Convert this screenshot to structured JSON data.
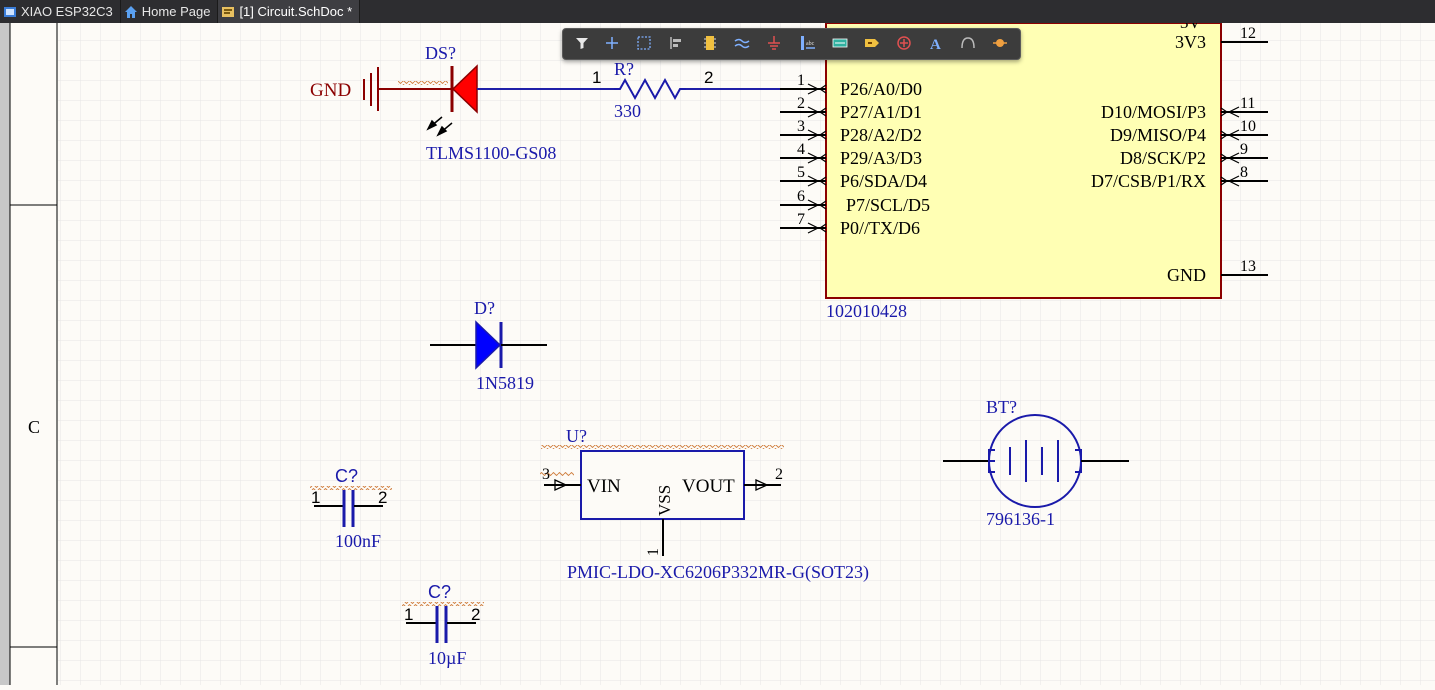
{
  "tabs": [
    {
      "label": "XIAO ESP32C3",
      "icon": "schematic-icon"
    },
    {
      "label": "Home Page",
      "icon": "home-icon"
    },
    {
      "label": "[1] Circuit.SchDoc *",
      "icon": "schdoc-icon"
    }
  ],
  "border": {
    "zone_label": "C"
  },
  "toolbar": {
    "tools": [
      "filter-icon",
      "cross-probe-icon",
      "select-rect-icon",
      "align-icon",
      "part-icon",
      "wire-icon",
      "power-port-icon",
      "bus-icon",
      "harness-icon",
      "port-icon",
      "no-erc-icon",
      "text-icon",
      "arc-icon",
      "directive-icon"
    ]
  },
  "schematic": {
    "led": {
      "designator": "DS?",
      "comment": "TLMS1100-GS08"
    },
    "gnd": {
      "label": "GND"
    },
    "resistor": {
      "designator": "R?",
      "value": "330",
      "pin1": "1",
      "pin2": "2"
    },
    "mcu": {
      "comment": "102010428",
      "top_partial": "3V",
      "left_pins": [
        {
          "num": "1",
          "name": "P26/A0/D0"
        },
        {
          "num": "2",
          "name": "P27/A1/D1"
        },
        {
          "num": "3",
          "name": "P28/A2/D2"
        },
        {
          "num": "4",
          "name": "P29/A3/D3"
        },
        {
          "num": "5",
          "name": "P6/SDA/D4"
        },
        {
          "num": "6",
          "name": "P7/SCL/D5"
        },
        {
          "num": "7",
          "name": "P0//TX/D6"
        }
      ],
      "right_pins": [
        {
          "num": "12",
          "name": "3V3"
        },
        {
          "num": "11",
          "name": "D10/MOSI/P3"
        },
        {
          "num": "10",
          "name": "D9/MISO/P4"
        },
        {
          "num": "9",
          "name": "D8/SCK/P2"
        },
        {
          "num": "8",
          "name": "D7/CSB/P1/RX"
        },
        {
          "num": "13",
          "name": "GND"
        }
      ]
    },
    "diode": {
      "designator": "D?",
      "comment": "1N5819"
    },
    "regulator": {
      "designator": "U?",
      "comment": "PMIC-LDO-XC6206P332MR-G(SOT23)",
      "pin_vin": "VIN",
      "pin_vout": "VOUT",
      "pin_vss": "VSS",
      "num_vin": "3",
      "num_vout": "2",
      "num_vss": "1"
    },
    "battery": {
      "designator": "BT?",
      "comment": "796136-1"
    },
    "cap1": {
      "designator": "C?",
      "value": "100nF",
      "pin1": "1",
      "pin2": "2"
    },
    "cap2": {
      "designator": "C?",
      "value": "10µF",
      "pin1": "1",
      "pin2": "2"
    }
  },
  "colors": {
    "background": "#fdfbf7",
    "grid": "#e6e6e6",
    "wire": "#1f1fa8",
    "component_blue": "#1a1aaa",
    "power_red": "#8b0000",
    "ic_fill": "#ffffb4",
    "ic_border": "#8b0000",
    "led_red": "#ff0000",
    "squiggle": "#d08040"
  }
}
